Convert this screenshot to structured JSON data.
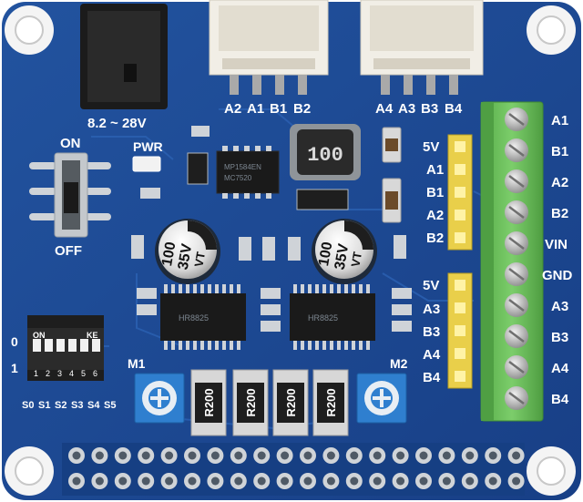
{
  "power": {
    "voltage_label": "8.2 ~ 28V",
    "switch_on": "ON",
    "switch_off": "OFF",
    "pwr_label": "PWR"
  },
  "top_connectors": {
    "left_pins": [
      "A2",
      "A1",
      "B1",
      "B2"
    ],
    "right_pins": [
      "A4",
      "A3",
      "B3",
      "B4"
    ]
  },
  "capacitors": [
    {
      "value": "100",
      "voltage": "35V",
      "code": "VT"
    },
    {
      "value": "100",
      "voltage": "35V",
      "code": "VT"
    }
  ],
  "inductor_label": "100",
  "resistors": [
    "R200",
    "R200",
    "R200",
    "R200"
  ],
  "motor_labels": [
    "M1",
    "M2"
  ],
  "header_m1": [
    "5V",
    "A1",
    "B1",
    "A2",
    "B2"
  ],
  "header_m2": [
    "5V",
    "A3",
    "B3",
    "A4",
    "B4"
  ],
  "terminal_labels": [
    "A1",
    "B1",
    "A2",
    "B2",
    "VIN",
    "GND",
    "A3",
    "B3",
    "A4",
    "B4"
  ],
  "dip": {
    "on_label": "ON",
    "brand_mark": "KE",
    "position_0": "0",
    "position_1": "1",
    "numbers": [
      "1",
      "2",
      "3",
      "4",
      "5",
      "6"
    ],
    "names": [
      "S0",
      "S1",
      "S2",
      "S3",
      "S4",
      "S5"
    ]
  },
  "chips": {
    "regulator_line1": "MP1584EN",
    "regulator_line2": "MC7520",
    "driver_left": "HR8825",
    "driver_right": "HR8825"
  },
  "colors": {
    "board": "#1d4c9c",
    "silkscreen": "#ffffff",
    "terminal_block": "#6bbf5a",
    "header_pins": "#f2d95c",
    "trimmer": "#2f7fcf"
  }
}
